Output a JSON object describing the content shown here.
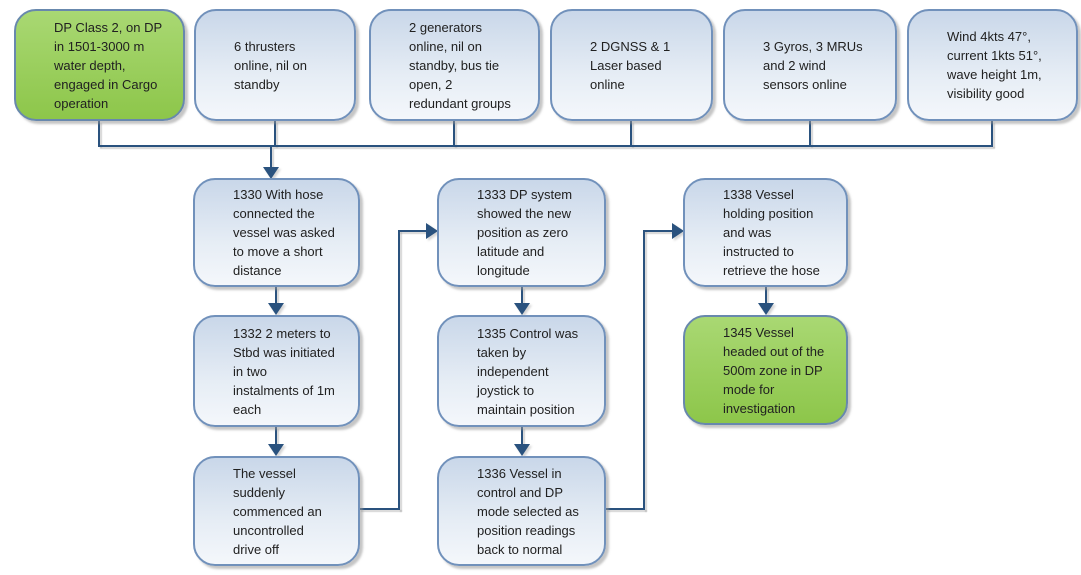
{
  "diagram": {
    "type": "flowchart",
    "nodes": {
      "top": [
        {
          "variant": "green",
          "text": "DP Class 2, on DP\nin 1501-3000 m\nwater depth,\nengaged in Cargo\noperation"
        },
        {
          "variant": "blue",
          "text": "6 thrusters\nonline, nil on\nstandby"
        },
        {
          "variant": "blue",
          "text": "2 generators\nonline, nil on\nstandby, bus tie\nopen, 2\nredundant groups"
        },
        {
          "variant": "blue",
          "text": "2 DGNSS & 1\nLaser based\nonline"
        },
        {
          "variant": "blue",
          "text": "3 Gyros, 3 MRUs\nand 2 wind\nsensors online"
        },
        {
          "variant": "blue",
          "text": "Wind 4kts 47°,\ncurrent 1kts 51°,\nwave height 1m,\nvisibility good"
        }
      ],
      "flow": [
        {
          "variant": "blue",
          "text": "1330 With hose\nconnected the\nvessel was asked\nto move a short\ndistance"
        },
        {
          "variant": "blue",
          "text": "1332 2 meters to\nStbd was initiated\nin two\ninstalments of 1m\neach"
        },
        {
          "variant": "blue",
          "text": "The vessel\nsuddenly\ncommenced an\nuncontrolled\ndrive off"
        },
        {
          "variant": "blue",
          "text": "1333 DP system\nshowed the new\nposition as zero\nlatitude and\nlongitude"
        },
        {
          "variant": "blue",
          "text": "1335 Control was\ntaken by\nindependent\njoystick to\nmaintain position"
        },
        {
          "variant": "blue",
          "text": "1336 Vessel in\ncontrol and DP\nmode selected as\nposition readings\nback to normal"
        },
        {
          "variant": "blue",
          "text": "1338 Vessel\nholding position\nand was\ninstructed to\nretrieve the hose"
        },
        {
          "variant": "green",
          "text": "1345 Vessel\nheaded out of the\n500m zone in DP\nmode for\ninvestigation"
        }
      ]
    },
    "colors": {
      "node_blue_fill_top": "#c9d7e9",
      "node_blue_fill_bottom": "#f4f7fb",
      "node_blue_border": "#7191bb",
      "node_green_fill_top": "#a9d873",
      "node_green_fill_bottom": "#8dc64a",
      "node_green_border": "#6888ad",
      "connector": "#2a527e",
      "text": "#212121"
    }
  }
}
